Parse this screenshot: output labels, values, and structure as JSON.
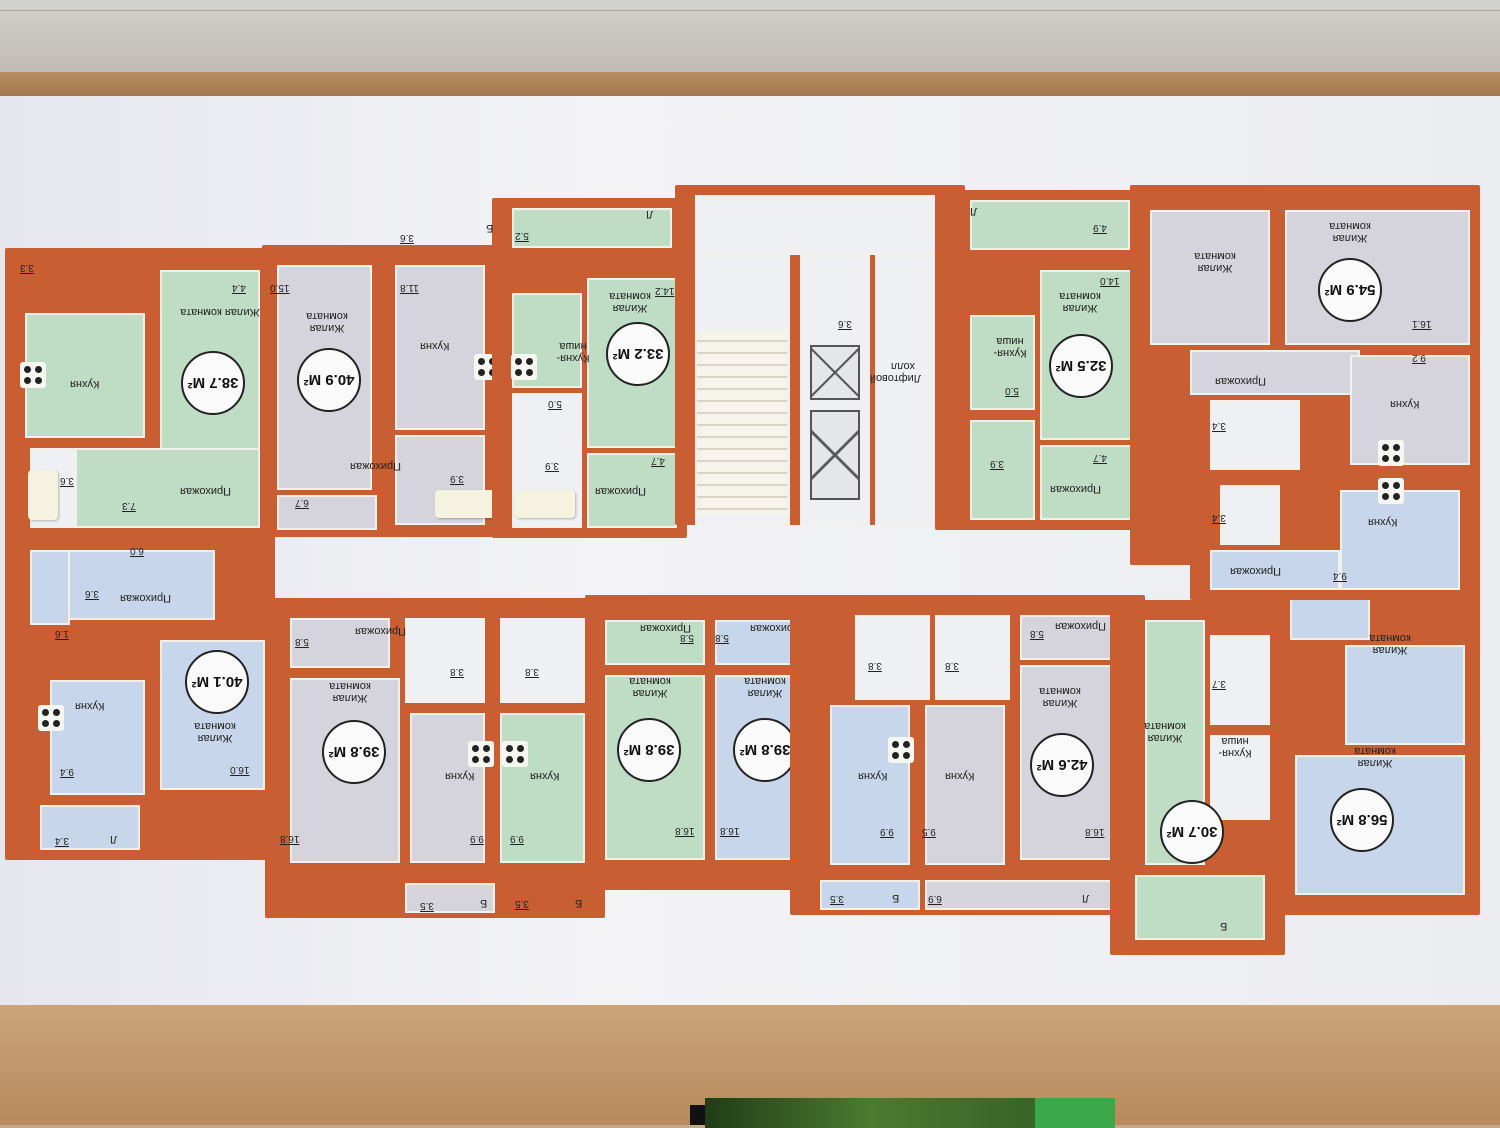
{
  "apartments": [
    {
      "area": "38.7 М²"
    },
    {
      "area": "40.9 М²"
    },
    {
      "area": "33.2 М²"
    },
    {
      "area": "32.5 М²"
    },
    {
      "area": "54.9 М²"
    },
    {
      "area": "40.1 М²"
    },
    {
      "area": "39.8 М²"
    },
    {
      "area": "39.8 М²"
    },
    {
      "area": "39.8 М²"
    },
    {
      "area": "42.6 М²"
    },
    {
      "area": "30.7 М²"
    },
    {
      "area": "56.8 М²"
    }
  ],
  "labels": {
    "living_room": "Жилая комната",
    "kitchen": "Кухня",
    "hall": "Прихожая",
    "kitchen_niche": "Кухня-ниша",
    "elevator_hall": "Лифтовой холл",
    "balcony": "Б",
    "loggia": "Л"
  },
  "numbers": {
    "n_3_3": "3.3",
    "n_4_4": "4.4",
    "n_15_0": "15.0",
    "n_11_8": "11.8",
    "n_14_2": "14.2",
    "n_3_6a": "3.6",
    "n_5_2": "5.2",
    "n_3_6b": "3.6",
    "n_14_0": "14.0",
    "n_4_9": "4.9",
    "n_16_1": "16.1",
    "n_9_2": "9.2",
    "n_7_3": "7.3",
    "n_6_7": "6.7",
    "n_3_9a": "3.9",
    "n_3_9b": "3.9",
    "n_5_0a": "5.0",
    "n_5_0b": "5.0",
    "n_4_7a": "4.7",
    "n_4_7b": "4.7",
    "n_3_4a": "3.4",
    "n_3_4b": "3.4",
    "n_6_0": "6.0",
    "n_3_6c": "3.6",
    "n_1_6": "1.6",
    "n_5_8a": "5.8",
    "n_5_8b": "5.8",
    "n_5_8c": "5.8",
    "n_5_8d": "5.8",
    "n_3_8a": "3.8",
    "n_3_8b": "3.8",
    "n_3_8c": "3.8",
    "n_3_8d": "3.8",
    "n_9_4": "9.4",
    "n_16_0": "16.0",
    "n_16_8a": "16.8",
    "n_9_9a": "9.9",
    "n_9_9b": "9.9",
    "n_16_8b": "16.8",
    "n_16_8c": "16.8",
    "n_9_9c": "9.9",
    "n_9_5": "9.5",
    "n_16_8d": "16.8",
    "n_3_4c": "3.4",
    "n_3_5a": "3.5",
    "n_3_5b": "3.5",
    "n_3_5c": "3.5",
    "n_6_9": "6.9",
    "n_3_7": "3.7",
    "n_9_4b": "9.4"
  }
}
